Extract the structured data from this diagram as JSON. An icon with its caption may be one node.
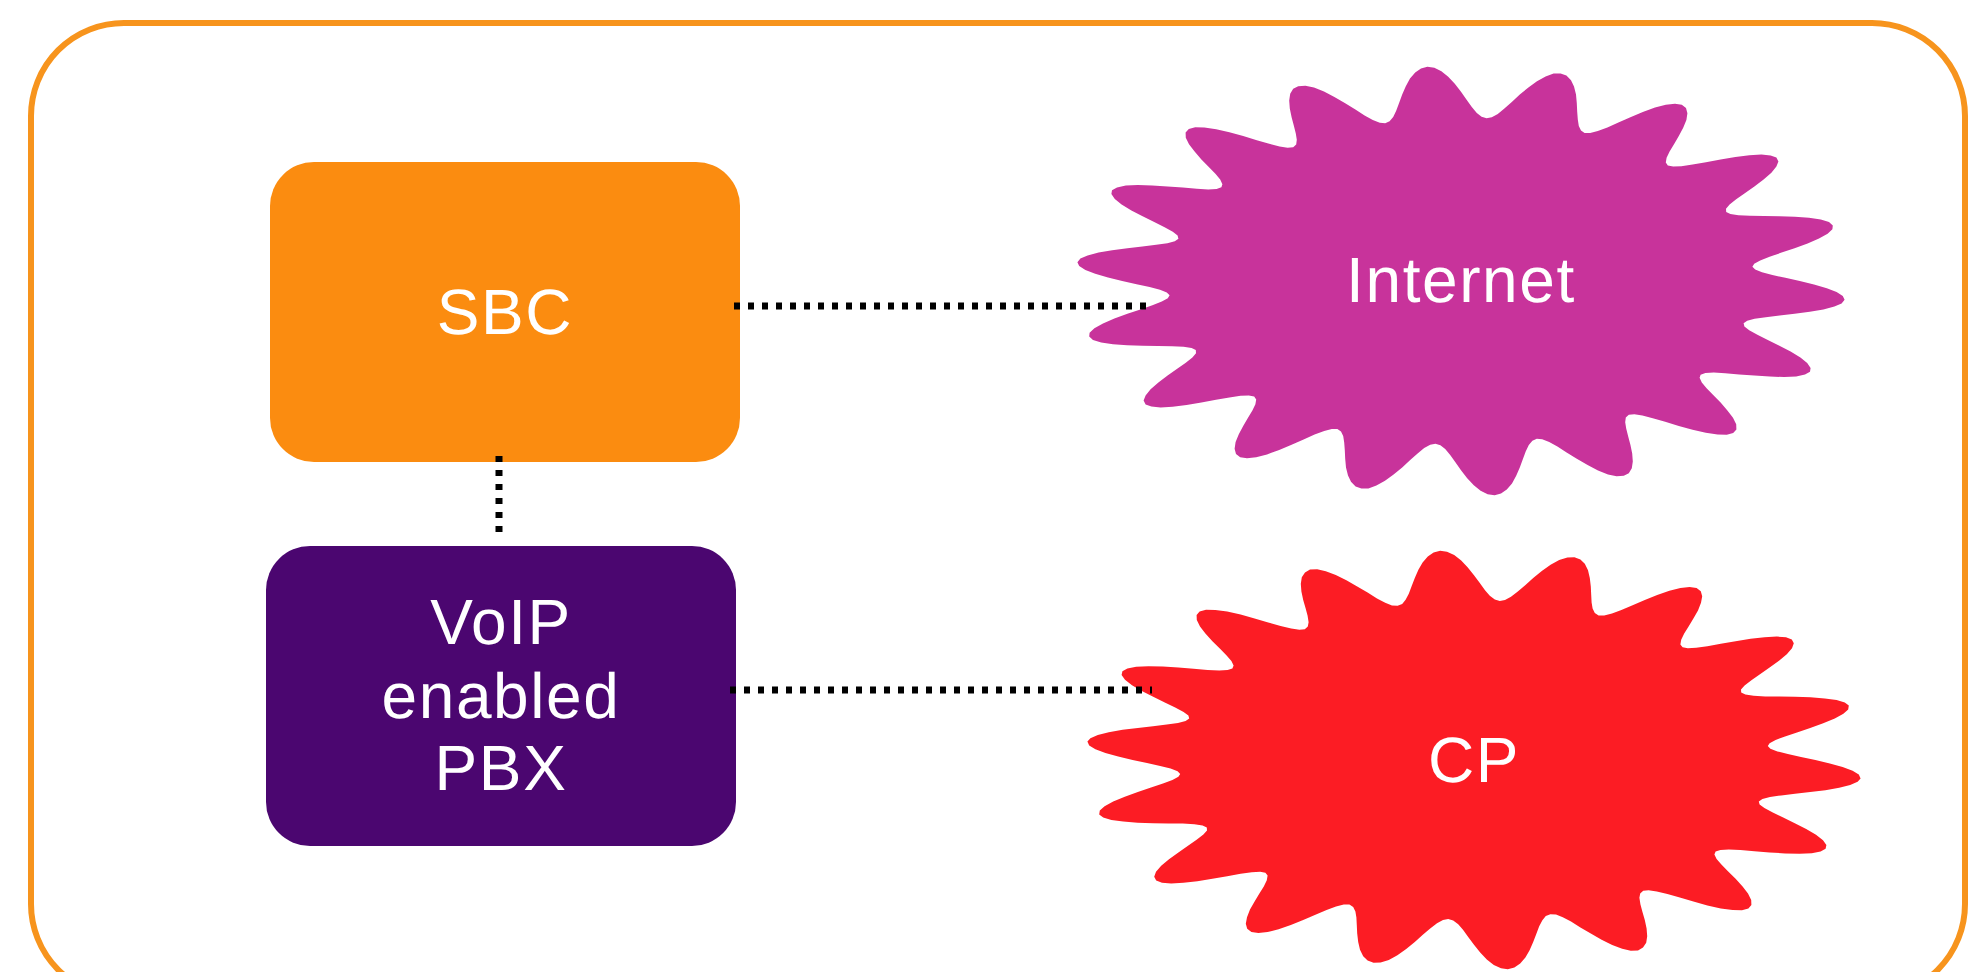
{
  "diagram": {
    "nodes": [
      {
        "text": [],
        "shape": "box"
      },
      {
        "text": [
          "SBC"
        ],
        "in": 0
      },
      {
        "text": [
          "VoIP enabled PBX"
        ],
        "in": 0
      },
      {
        "text": [
          "Internet"
        ],
        "in": 0
      },
      {
        "text": [
          "CP"
        ],
        "in": 0
      }
    ],
    "edges": [
      {
        "from": 1,
        "to": 3,
        "arrow": "none"
      },
      {
        "from": 1,
        "to": 2,
        "arrow": "none"
      },
      {
        "from": 2,
        "to": 4,
        "arrow": "none"
      }
    ]
  }
}
